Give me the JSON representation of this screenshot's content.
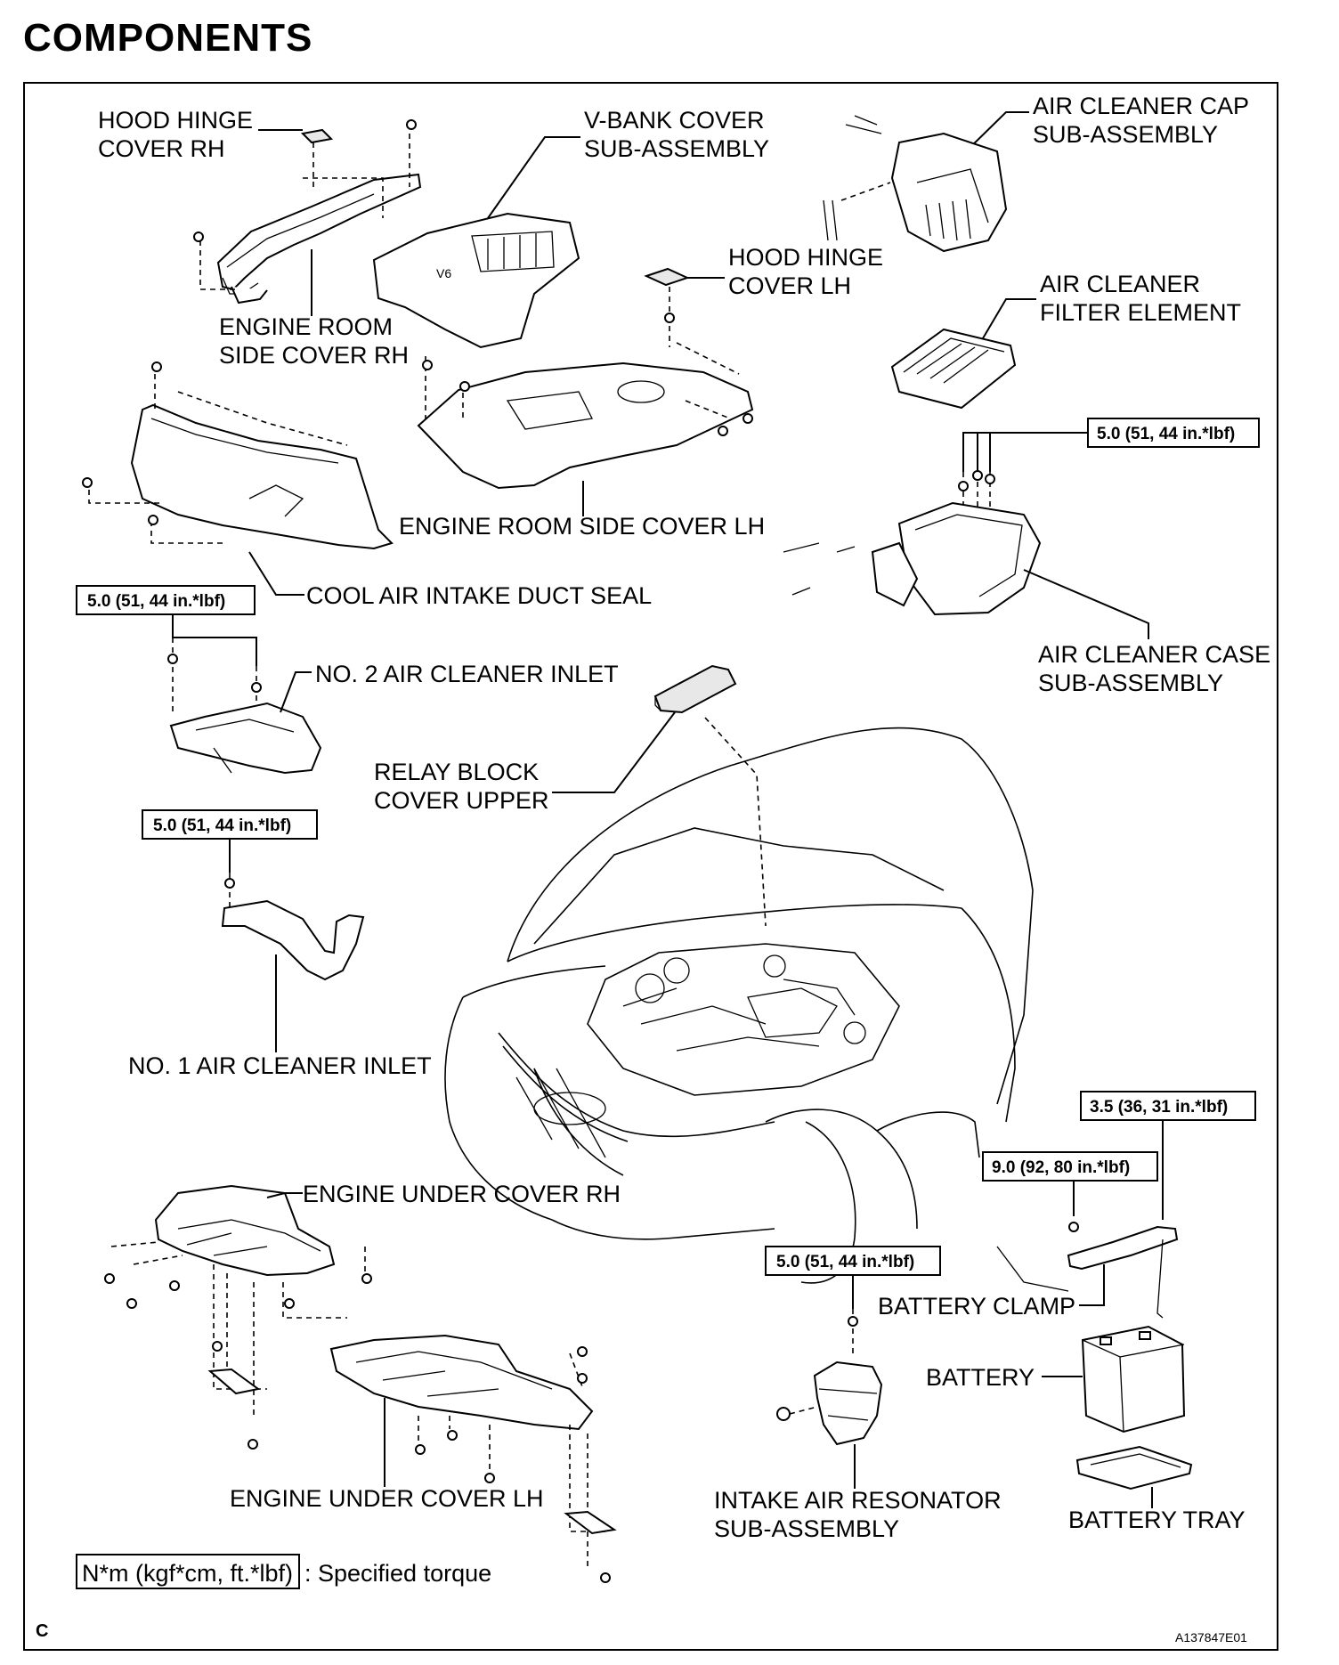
{
  "title": "COMPONENTS",
  "labels": {
    "hood_hinge_cover_rh": [
      "HOOD HINGE",
      "COVER RH"
    ],
    "v_bank_cover": [
      "V-BANK COVER",
      "SUB-ASSEMBLY"
    ],
    "air_cleaner_cap": [
      "AIR CLEANER CAP",
      "SUB-ASSEMBLY"
    ],
    "hood_hinge_cover_lh": [
      "HOOD HINGE",
      "COVER LH"
    ],
    "engine_room_side_cover_rh": [
      "ENGINE ROOM",
      "SIDE COVER RH"
    ],
    "air_cleaner_filter_element": [
      "AIR CLEANER",
      "FILTER ELEMENT"
    ],
    "engine_room_side_cover_lh": "ENGINE ROOM SIDE COVER LH",
    "cool_air_intake_duct_seal": "COOL AIR INTAKE DUCT SEAL",
    "air_cleaner_case": [
      "AIR CLEANER CASE",
      "SUB-ASSEMBLY"
    ],
    "no2_air_cleaner_inlet": "NO. 2 AIR CLEANER INLET",
    "relay_block_cover_upper": [
      "RELAY BLOCK",
      "COVER UPPER"
    ],
    "no1_air_cleaner_inlet": "NO. 1 AIR CLEANER INLET",
    "engine_under_cover_rh": "ENGINE UNDER COVER RH",
    "battery_clamp": "BATTERY CLAMP",
    "battery": "BATTERY",
    "engine_under_cover_lh": "ENGINE UNDER COVER LH",
    "intake_air_resonator": [
      "INTAKE AIR RESONATOR",
      "SUB-ASSEMBLY"
    ],
    "battery_tray": "BATTERY TRAY"
  },
  "torque": {
    "air_cleaner_case": "5.0 (51, 44 in.*lbf)",
    "no2_inlet": "5.0 (51, 44 in.*lbf)",
    "no1_inlet": "5.0 (51, 44 in.*lbf)",
    "battery_clamp_rod": "3.5 (36, 31 in.*lbf)",
    "battery_clamp_bolt": "9.0 (92, 80 in.*lbf)",
    "resonator": "5.0 (51, 44 in.*lbf)"
  },
  "legend": {
    "unit_box": "N*m (kgf*cm, ft.*lbf)",
    "meaning": ": Specified torque"
  },
  "footer": {
    "corner_letter": "C",
    "figure_id": "A137847E01"
  },
  "engine_badge": "V6"
}
